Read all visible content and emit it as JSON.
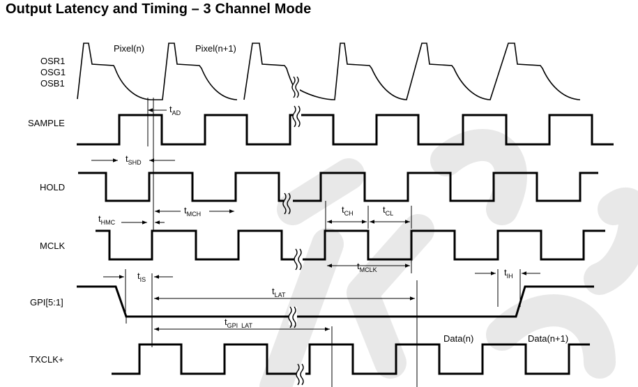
{
  "title": "Output Latency and Timing – 3 Channel Mode",
  "signals": {
    "osr1": "OSR1",
    "osg1": "OSG1",
    "osb1": "OSB1",
    "sample": "SAMPLE",
    "hold": "HOLD",
    "mclk": "MCLK",
    "gpi": "GPI[5:1]",
    "txclk": "TXCLK+"
  },
  "pixel_labels": {
    "pixel_n": "Pixel(n)",
    "pixel_n1": "Pixel(n+1)"
  },
  "data_labels": {
    "data_n": "Data(n)",
    "data_n1": "Data(n+1)"
  },
  "timing": {
    "tad": {
      "main": "t",
      "sub": "AD"
    },
    "tshd": {
      "main": "t",
      "sub": "SHD"
    },
    "thmc": {
      "main": "t",
      "sub": "HMC"
    },
    "tmch": {
      "main": "t",
      "sub": "MCH"
    },
    "tch": {
      "main": "t",
      "sub": "CH"
    },
    "tcl": {
      "main": "t",
      "sub": "CL"
    },
    "tmclk": {
      "main": "t",
      "sub": "MCLK"
    },
    "tis": {
      "main": "t",
      "sub": "IS"
    },
    "tih": {
      "main": "t",
      "sub": "IH"
    },
    "tlat": {
      "main": "t",
      "sub": "LAT"
    },
    "tgpi_lat": {
      "main": "t",
      "sub": "GPI_LAT"
    }
  },
  "watermark": "ctive"
}
